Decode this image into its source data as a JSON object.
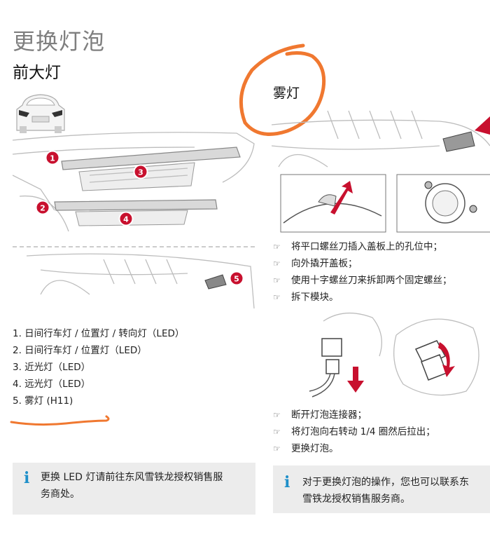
{
  "page_title": "更换灯泡",
  "front_section": {
    "title": "前大灯",
    "callouts": [
      "1",
      "2",
      "3",
      "4",
      "5"
    ],
    "items": [
      "1. 日间行车灯 / 位置灯 / 转向灯（LED）",
      "2. 日间行车灯 / 位置灯（LED）",
      "3. 近光灯（LED）",
      "4. 远光灯（LED）",
      "5. 雾灯 (H11)"
    ],
    "note": {
      "icon": "info-icon",
      "text_line1": "更换 LED 灯请前往东风雪铁龙授权销售服",
      "text_line2": "务商处。"
    }
  },
  "fog_section": {
    "title": "雾灯",
    "steps_a": [
      "将平口螺丝刀插入盖板上的孔位中；",
      "向外撬开盖板；",
      "使用十字螺丝刀来拆卸两个固定螺丝；",
      "拆下模块。"
    ],
    "steps_b": [
      "断开灯泡连接器；",
      "将灯泡向右转动 1/4 圈然后拉出；",
      "更换灯泡。"
    ],
    "bullet_icon": "pointing-hand-icon",
    "note": {
      "icon": "info-icon",
      "text_line1": "对于更换灯泡的操作，您也可以联系东",
      "text_line2": "雪铁龙授权销售服务商。"
    }
  },
  "colors": {
    "callout_red": "#c8102e",
    "annotation_orange": "#f07830",
    "info_blue": "#1e8fc9",
    "note_bg": "#ececec",
    "title_gray": "#7f7f7f"
  }
}
